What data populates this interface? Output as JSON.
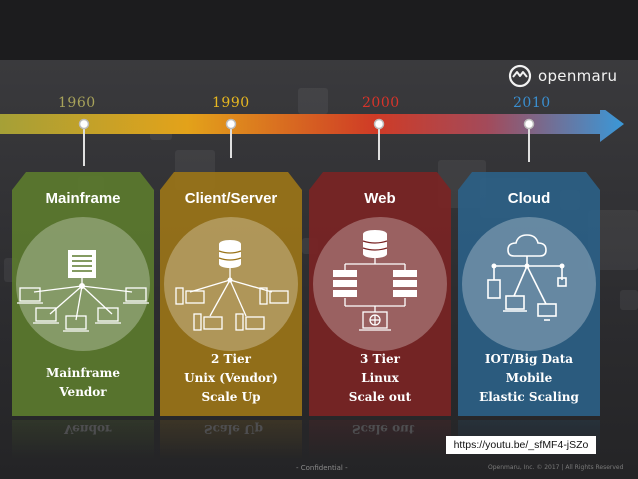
{
  "brand": {
    "name": "openmaru"
  },
  "timeline": {
    "years": [
      {
        "label": "1960",
        "color": "#a8a35a"
      },
      {
        "label": "1990",
        "color": "#e8b820"
      },
      {
        "label": "2000",
        "color": "#d8342a"
      },
      {
        "label": "2010",
        "color": "#3a8fd0"
      }
    ]
  },
  "columns": [
    {
      "title": "Mainframe",
      "desc": [
        "Mainframe",
        "Vendor"
      ],
      "color": "#5b7a2e",
      "icon": "mainframe-network-icon"
    },
    {
      "title": "Client/Server",
      "desc": [
        "2 Tier",
        "Unix (Vendor)",
        "Scale Up"
      ],
      "color": "#9a7418",
      "icon": "client-server-network-icon"
    },
    {
      "title": "Web",
      "desc": [
        "3 Tier",
        "Linux",
        "Scale out"
      ],
      "color": "#7a2424",
      "icon": "web-three-tier-icon"
    },
    {
      "title": "Cloud",
      "desc": [
        "IOT/Big Data",
        "Mobile",
        "Elastic Scaling"
      ],
      "color": "#2b5f85",
      "icon": "cloud-network-icon"
    }
  ],
  "link": {
    "url": "https://youtu.be/_sfMF4-jSZo"
  },
  "footer": {
    "confidential": "- Confidential -",
    "copyright": "Openmaru, Inc. © 2017 | All Rights Reserved"
  }
}
